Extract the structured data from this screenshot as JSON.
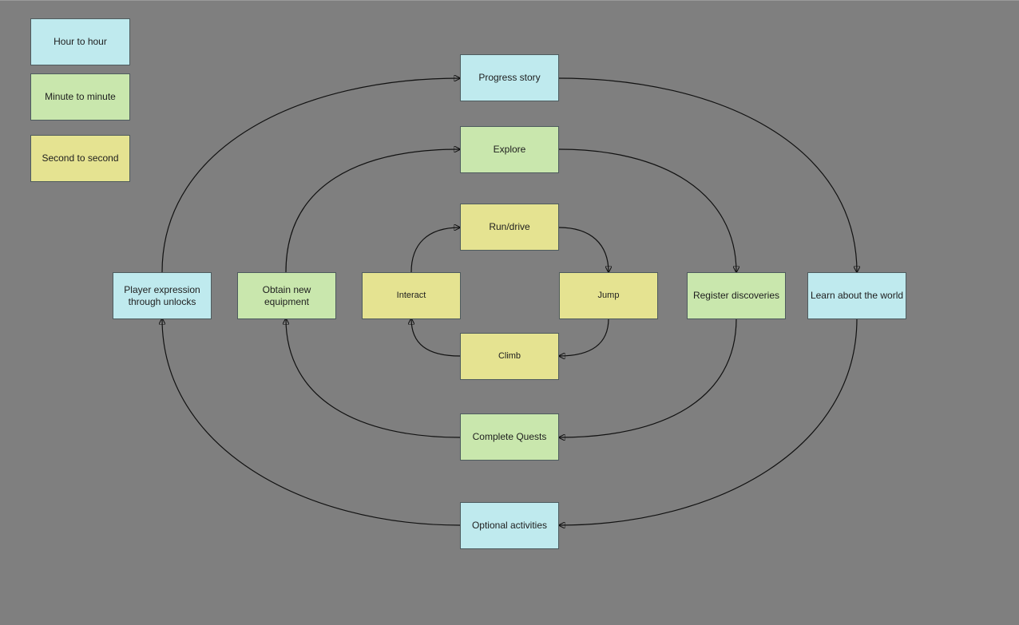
{
  "legend": {
    "hour": "Hour to hour",
    "minute": "Minute to minute",
    "second": "Second to second"
  },
  "nodes": {
    "progress_story": "Progress story",
    "explore": "Explore",
    "run_drive": "Run/drive",
    "player_expression": "Player expression through unlocks",
    "obtain_equipment": "Obtain new equipment",
    "interact": "Interact",
    "jump": "Jump",
    "register_discoveries": "Register discoveries",
    "learn_world": "Learn about the world",
    "climb": "Climb",
    "complete_quests": "Complete Quests",
    "optional_activities": "Optional activities"
  },
  "colors": {
    "hour": "#bfeaee",
    "minute": "#c9e7ad",
    "second": "#e5e391",
    "background": "#7f7f7f"
  }
}
